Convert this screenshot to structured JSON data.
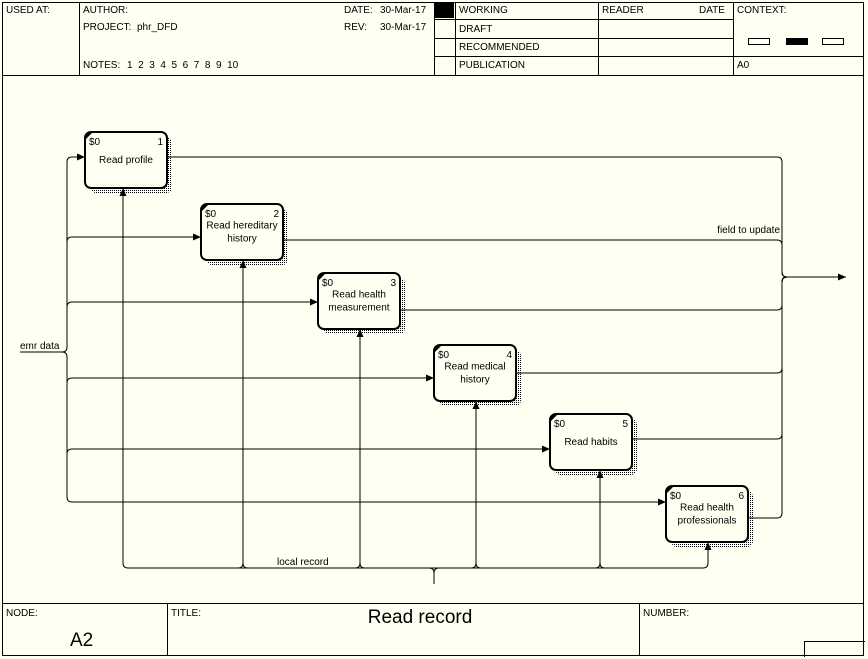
{
  "header": {
    "used_at": "USED AT:",
    "author_label": "AUTHOR:",
    "project_label": "PROJECT:",
    "project_name": "phr_DFD",
    "notes_label": "NOTES:",
    "notes_numbers": "1  2  3  4  5  6  7  8  9  10",
    "date_label": "DATE:",
    "date_value": "30-Mar-17",
    "rev_label": "REV:",
    "rev_value": "30-Mar-17",
    "status": [
      "WORKING",
      "DRAFT",
      "RECOMMENDED",
      "PUBLICATION"
    ],
    "reader_label": "READER",
    "reader_date_label": "DATE",
    "context_label": "CONTEXT:",
    "context_node": "A0"
  },
  "footer": {
    "node_label": "NODE:",
    "node_value": "A2",
    "title_label": "TITLE:",
    "title_value": "Read record",
    "number_label": "NUMBER:"
  },
  "diagram": {
    "boxes": [
      {
        "num": "1",
        "cost": "$0",
        "lines": [
          "Read profile"
        ]
      },
      {
        "num": "2",
        "cost": "$0",
        "lines": [
          "Read hereditary",
          "history"
        ]
      },
      {
        "num": "3",
        "cost": "$0",
        "lines": [
          "Read health",
          "measurement"
        ]
      },
      {
        "num": "4",
        "cost": "$0",
        "lines": [
          "Read medical",
          "history"
        ]
      },
      {
        "num": "5",
        "cost": "$0",
        "lines": [
          "Read habits"
        ]
      },
      {
        "num": "6",
        "cost": "$0",
        "lines": [
          "Read health",
          "professionals"
        ]
      }
    ],
    "arrow_labels": {
      "input": "emr data",
      "output": "field to update",
      "control": "local record"
    }
  }
}
